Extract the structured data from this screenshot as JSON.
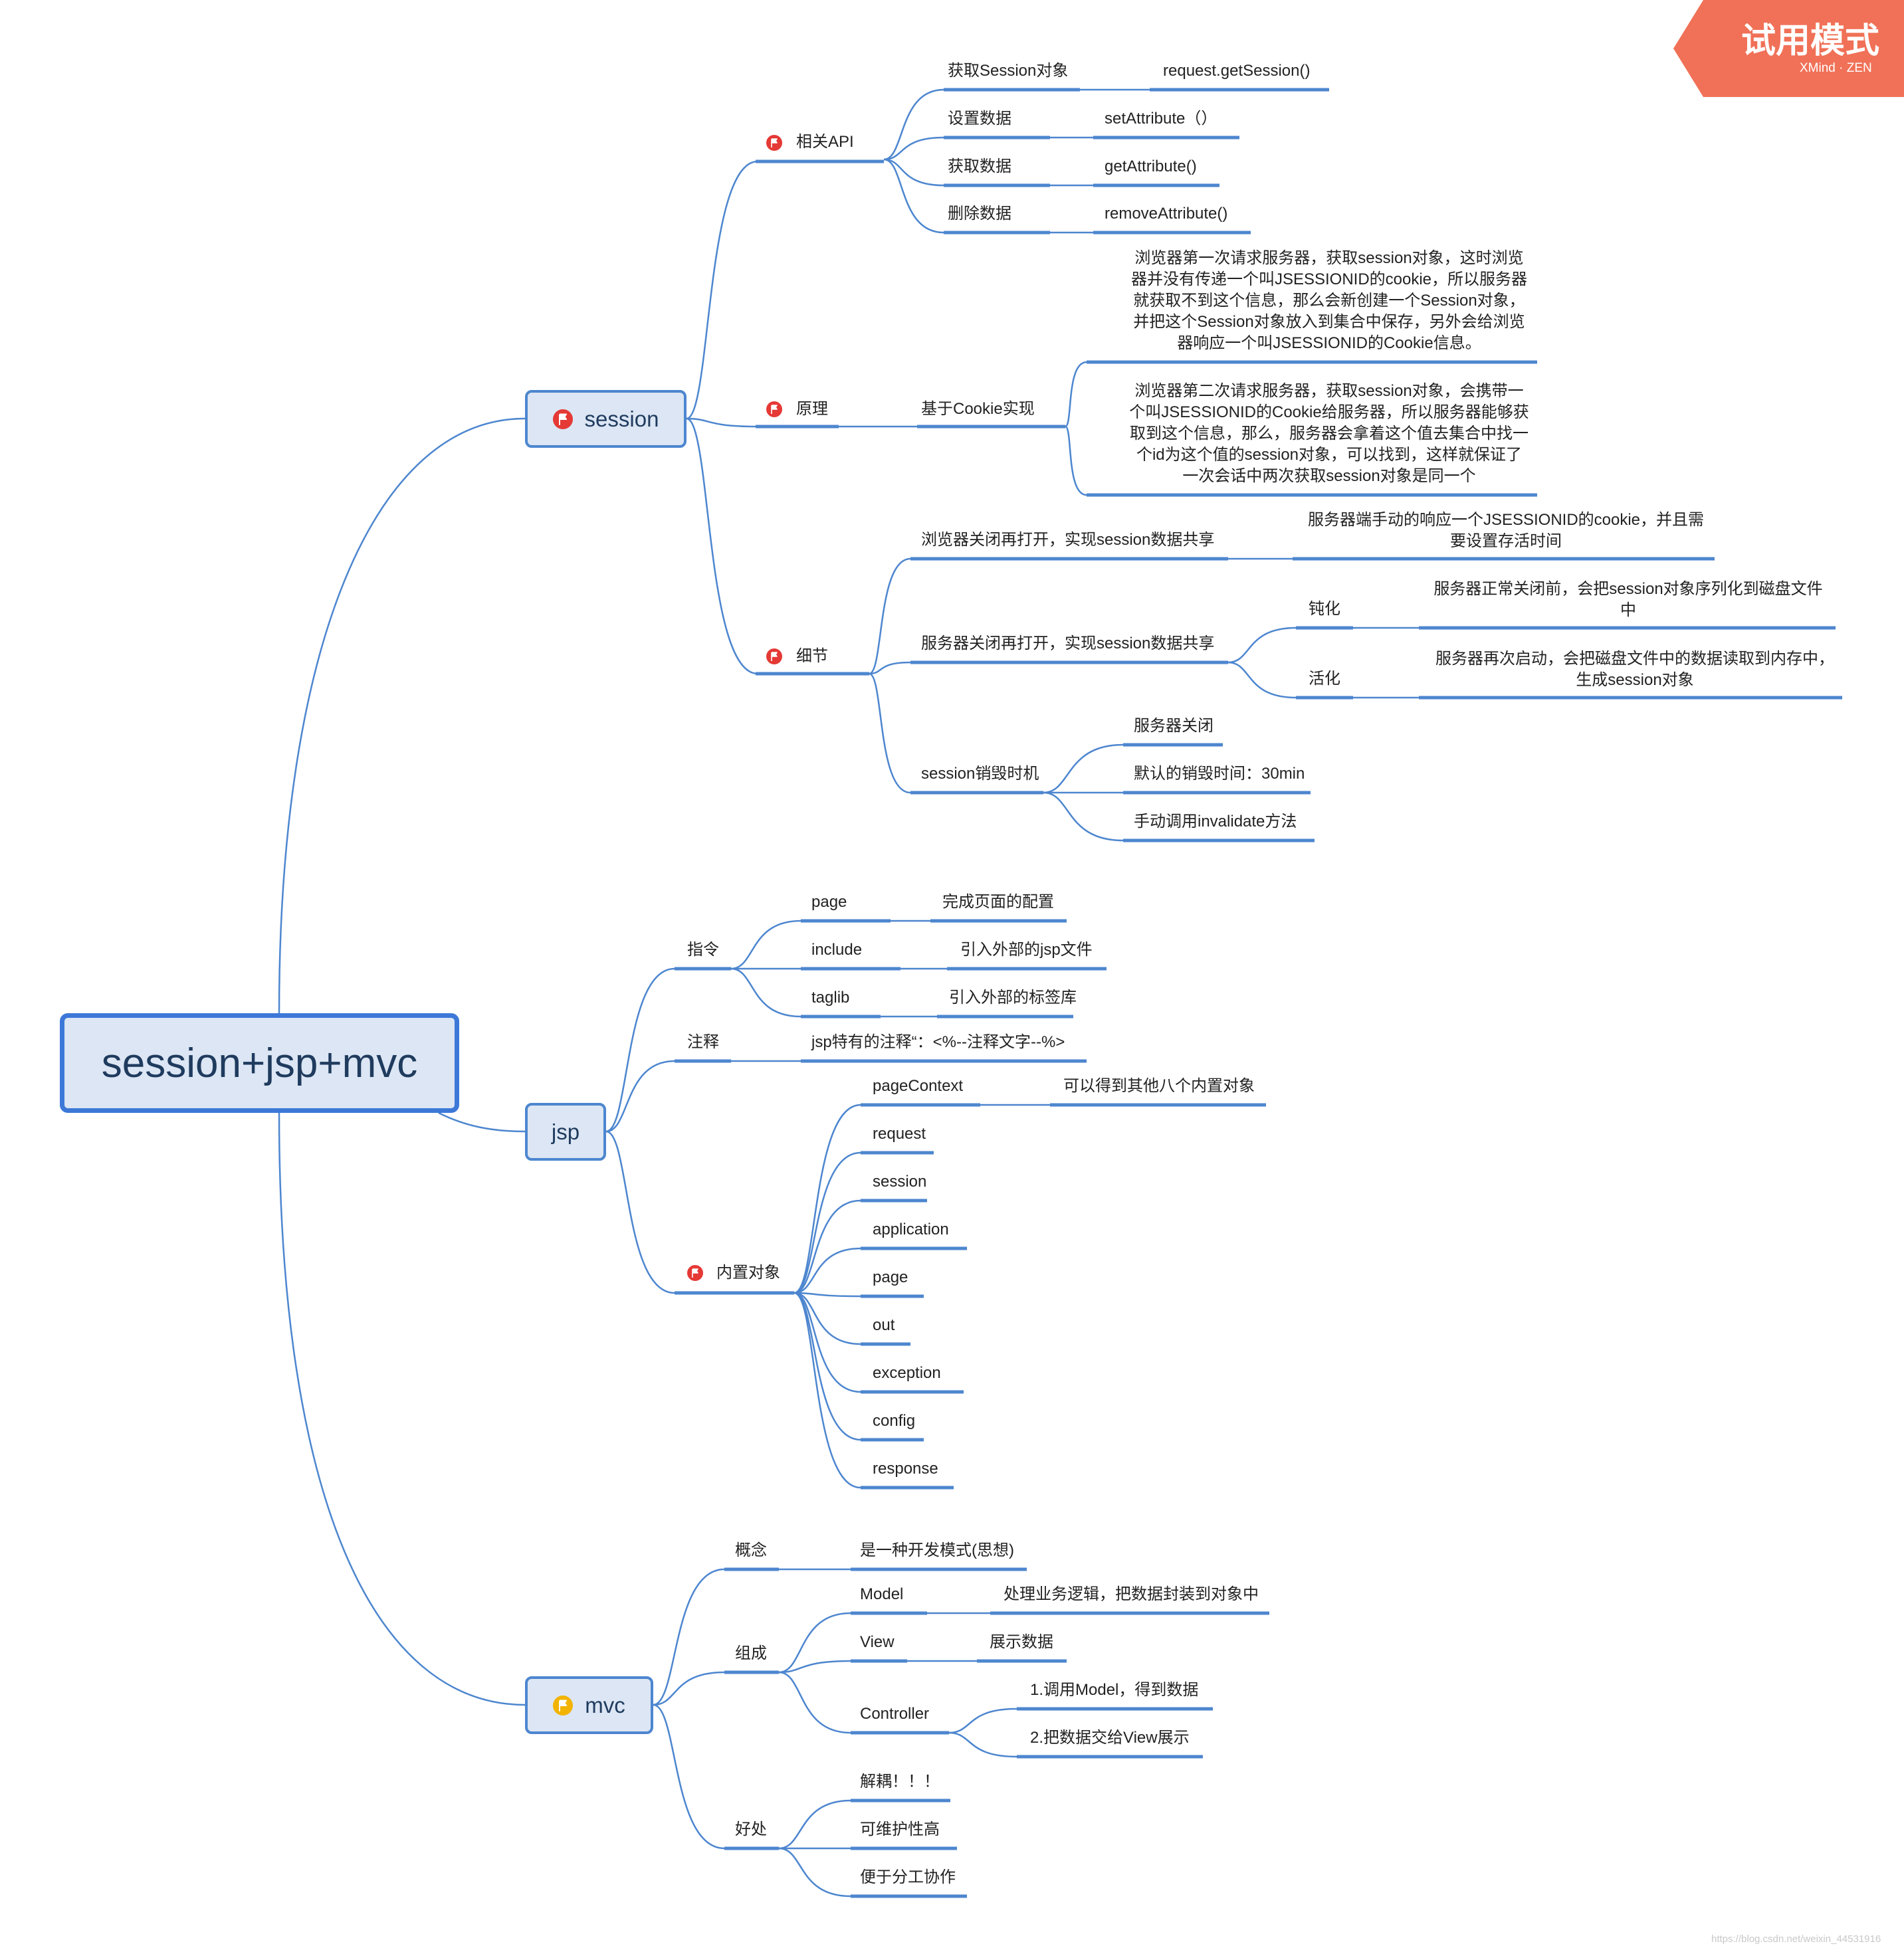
{
  "colors": {
    "line": "#4d86cf",
    "box_fill": "#dce6f4",
    "flag_red": "#e53935",
    "flag_yellow": "#f2b400",
    "watermark": "#f07157"
  },
  "watermark": {
    "title": "试用模式",
    "subtitle": "XMind · ZEN"
  },
  "footer": "https://blog.csdn.net/weixin_44531916",
  "map": {
    "root": "session+jsp+mvc",
    "session": {
      "label": "session",
      "api": {
        "label": "相关API",
        "rows": [
          {
            "name": "获取Session对象",
            "value": "request.getSession()"
          },
          {
            "name": "设置数据",
            "value": "setAttribute（）"
          },
          {
            "name": "获取数据",
            "value": "getAttribute()"
          },
          {
            "name": "删除数据",
            "value": "removeAttribute()"
          }
        ]
      },
      "principle": {
        "label": "原理",
        "child": "基于Cookie实现",
        "notes": [
          "浏览器第一次请求服务器，获取session对象，这时浏览\n器并没有传递一个叫JSESSIONID的cookie，所以服务器\n就获取不到这个信息，那么会新创建一个Session对象，\n并把这个Session对象放入到集合中保存，另外会给浏览\n器响应一个叫JSESSIONID的Cookie信息。",
          "浏览器第二次请求服务器，获取session对象，会携带一\n个叫JSESSIONID的Cookie给服务器，所以服务器能够获\n取到这个信息，那么，服务器会拿着这个值去集合中找一\n个id为这个值的session对象，可以找到，这样就保证了\n一次会话中两次获取session对象是同一个"
        ]
      },
      "detail": {
        "label": "细节",
        "browser_reopen": {
          "label": "浏览器关闭再打开，实现session数据共享",
          "note": "服务器端手动的响应一个JSESSIONID的cookie，并且需\n要设置存活时间"
        },
        "server_reopen": {
          "label": "服务器关闭再打开，实现session数据共享",
          "passivate": {
            "label": "钝化",
            "note": "服务器正常关闭前，会把session对象序列化到磁盘文件\n中"
          },
          "activate": {
            "label": "活化",
            "note": "服务器再次启动，会把磁盘文件中的数据读取到内存中，\n生成session对象"
          }
        },
        "destroy": {
          "label": "session销毁时机",
          "items": [
            "服务器关闭",
            "默认的销毁时间：30min",
            "手动调用invalidate方法"
          ]
        }
      }
    },
    "jsp": {
      "label": "jsp",
      "directive": {
        "label": "指令",
        "rows": [
          {
            "name": "page",
            "value": "完成页面的配置"
          },
          {
            "name": "include",
            "value": "引入外部的jsp文件"
          },
          {
            "name": "taglib",
            "value": "引入外部的标签库"
          }
        ]
      },
      "comment": {
        "label": "注释",
        "value": "jsp特有的注释“：<%--注释文字--%>"
      },
      "builtin": {
        "label": "内置对象",
        "first": {
          "name": "pageContext",
          "value": "可以得到其他八个内置对象"
        },
        "items": [
          "request",
          "session",
          "application",
          "page",
          "out",
          "exception",
          "config",
          "response"
        ]
      }
    },
    "mvc": {
      "label": "mvc",
      "concept": {
        "label": "概念",
        "value": "是一种开发模式(思想)"
      },
      "composition": {
        "label": "组成",
        "model": {
          "name": "Model",
          "value": "处理业务逻辑，把数据封装到对象中"
        },
        "view": {
          "name": "View",
          "value": "展示数据"
        },
        "controller": {
          "name": "Controller",
          "values": [
            "1.调用Model，得到数据",
            "2.把数据交给View展示"
          ]
        }
      },
      "benefit": {
        "label": "好处",
        "items": [
          "解耦！！！",
          "可维护性高",
          "便于分工协作"
        ]
      }
    }
  }
}
